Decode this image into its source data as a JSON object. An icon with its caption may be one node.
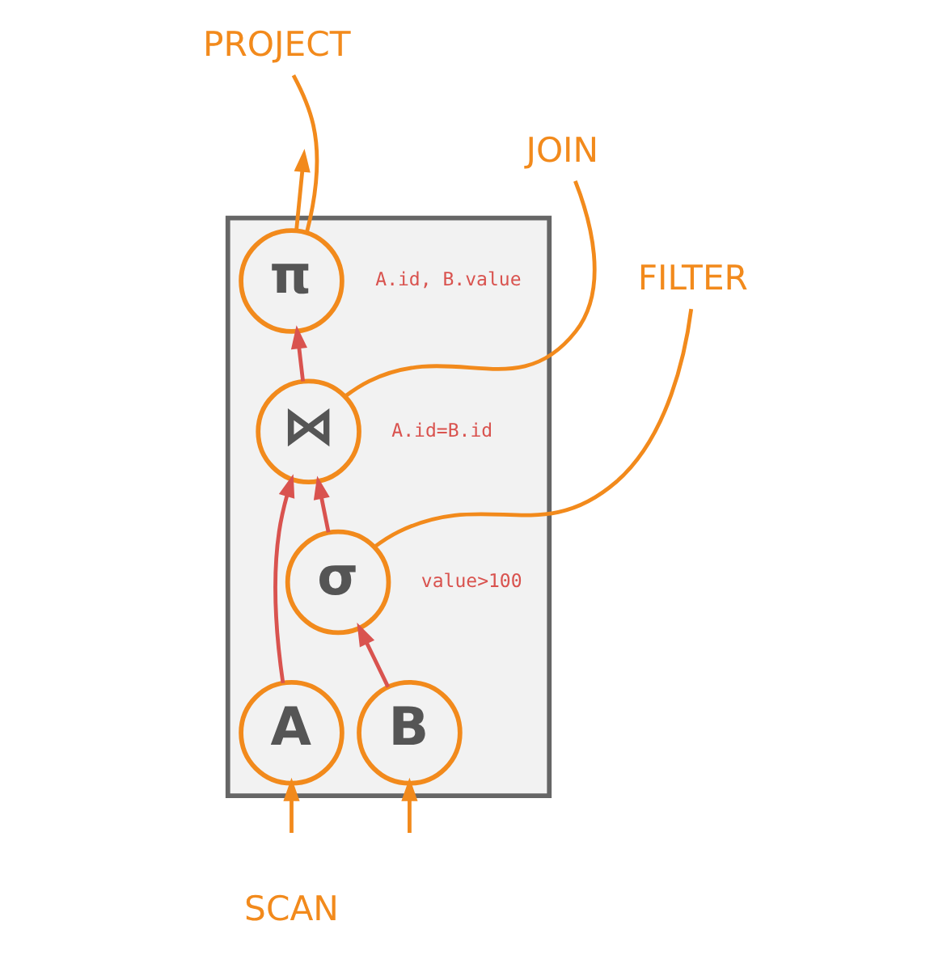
{
  "diagram": {
    "nodes": [
      {
        "text": [],
        "shape": "box"
      },
      {
        "text": [
          "π"
        ],
        "beside": [
          "A.id, B.value"
        ],
        "in": 0
      },
      {
        "text": [
          "⋈"
        ],
        "beside": [
          "A.id=B.id"
        ],
        "in": 0
      },
      {
        "text": [
          "σ"
        ],
        "beside": [
          "value>100"
        ],
        "in": 0
      },
      {
        "text": [
          "A"
        ],
        "in": 0
      },
      {
        "text": [
          "B"
        ],
        "in": 0
      },
      {
        "text": [
          "PROJECT"
        ]
      },
      {
        "text": [
          "JOIN"
        ]
      },
      {
        "text": [
          "FILTER"
        ]
      }
    ],
    "edges": [
      {
        "from": 4,
        "to": 2,
        "arrow": "to",
        "color": "#d9534f"
      },
      {
        "from": 5,
        "to": 3,
        "arrow": "to",
        "color": "#d9534f"
      },
      {
        "from": 3,
        "to": 2,
        "arrow": "to",
        "color": "#d9534f"
      },
      {
        "from": 2,
        "to": 1,
        "arrow": "to",
        "color": "#d9534f"
      },
      {
        "from": 1,
        "to": null,
        "arrow": "to"
      },
      {
        "from": 6,
        "to": 1,
        "arrow": "none"
      },
      {
        "from": 7,
        "to": 2,
        "arrow": "none"
      },
      {
        "from": 8,
        "to": 3,
        "arrow": "none"
      },
      {
        "from": null,
        "to": 4,
        "arrow": "to"
      },
      {
        "from": null,
        "to": 5,
        "arrow": "to"
      }
    ],
    "labels": [
      "SCAN"
    ]
  }
}
